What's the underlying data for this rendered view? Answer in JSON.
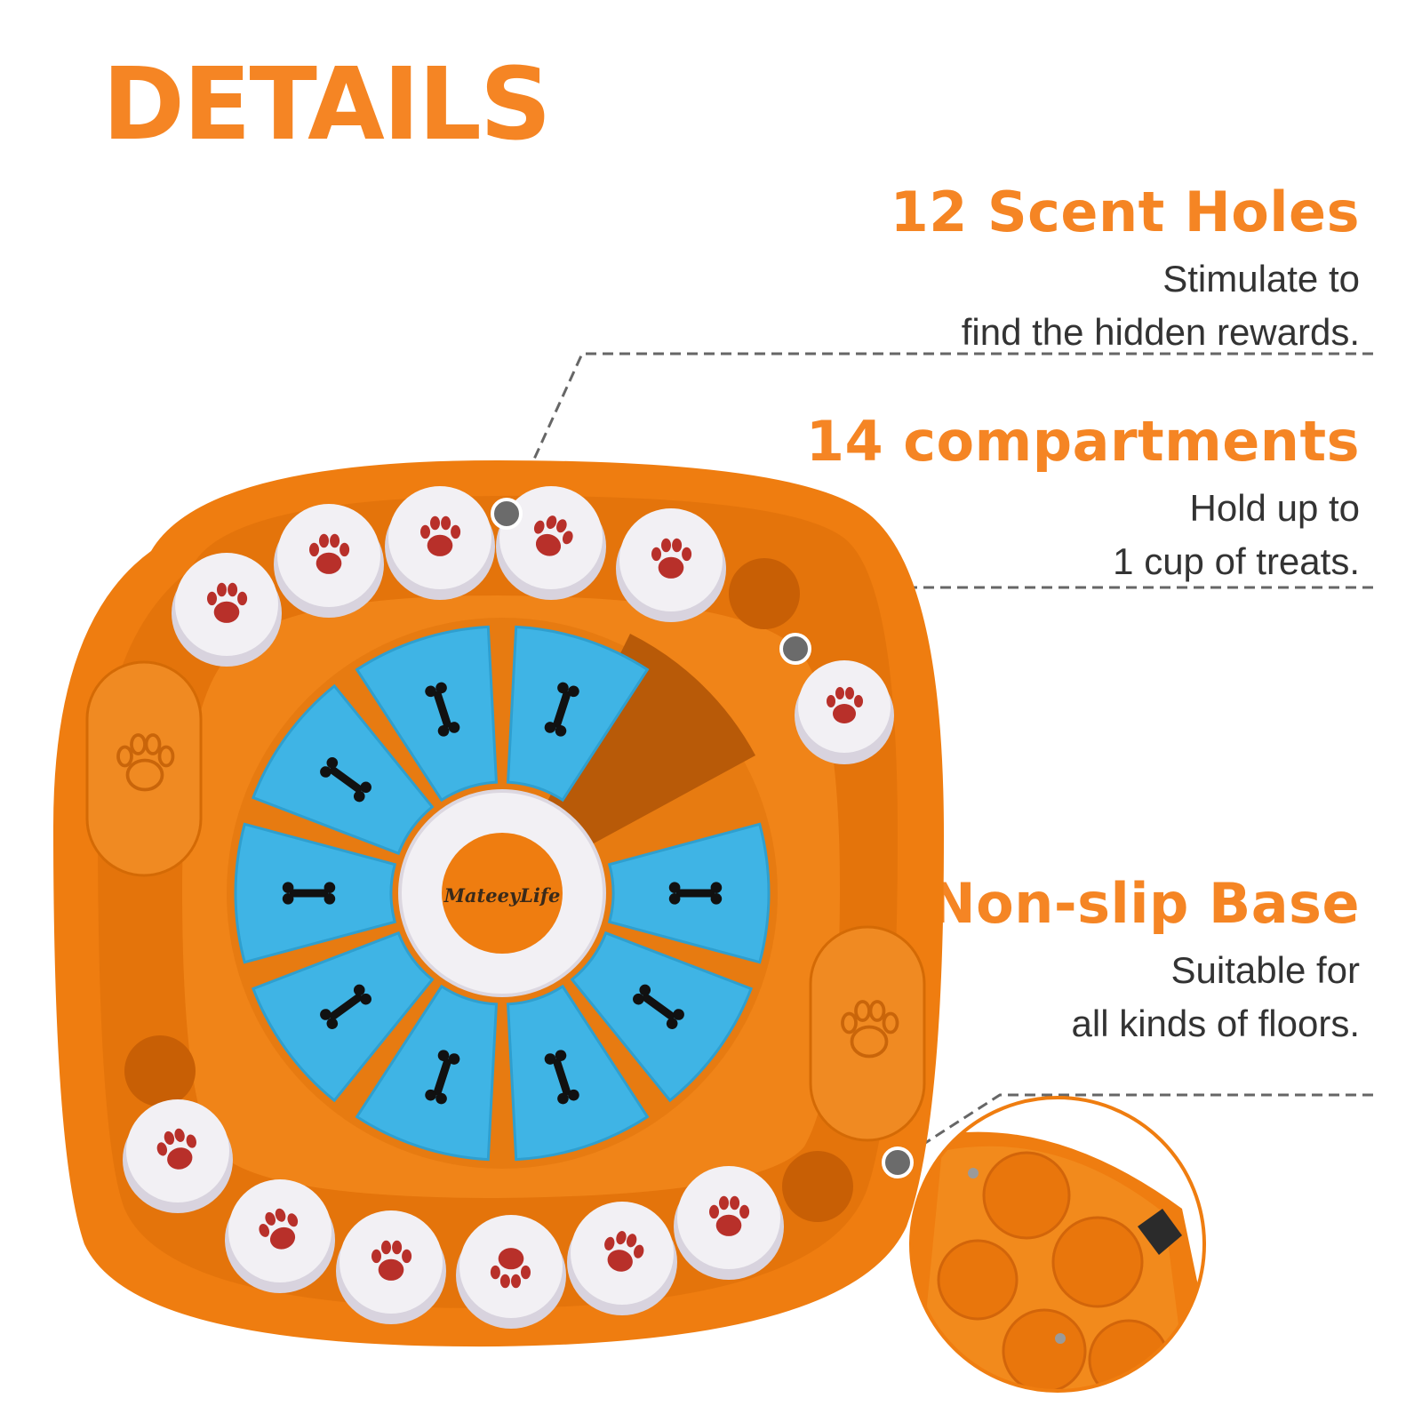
{
  "title": "DETAILS",
  "features": [
    {
      "heading": "12 Scent Holes",
      "lines": [
        "Stimulate to",
        "find the hidden rewards."
      ]
    },
    {
      "heading": "14 compartments",
      "lines": [
        "Hold up to",
        "1 cup of treats."
      ]
    },
    {
      "heading": "Non-slip Base",
      "lines": [
        "Suitable for",
        "all kinds of floors."
      ]
    }
  ],
  "product": {
    "brand": "MateeyLife"
  },
  "colors": {
    "accent": "#f58524",
    "board": "#ef7d10",
    "tiles": "#3fb4e5",
    "caps": "#f2f0f4",
    "paw": "#c0392b"
  }
}
